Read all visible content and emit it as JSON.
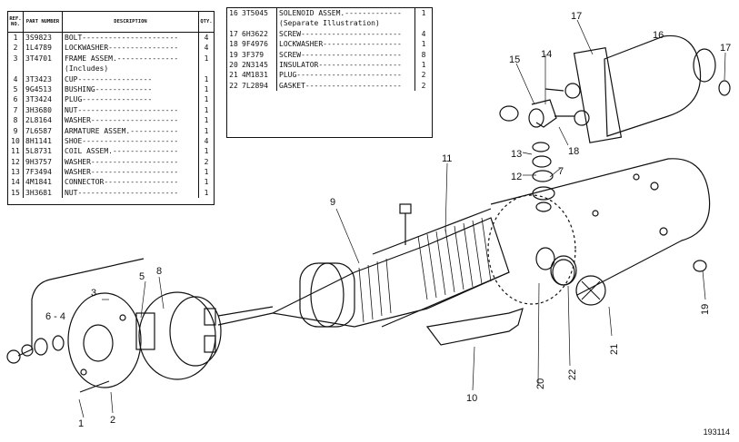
{
  "table_left": {
    "headers": {
      "ref": "REF. NO.",
      "part": "PART NUMBER",
      "desc": "DESCRIPTION",
      "qty": "QTY."
    },
    "rows": [
      {
        "ref": "1",
        "part": "3S9823",
        "desc": "BOLT----------------------",
        "qty": "4"
      },
      {
        "ref": "2",
        "part": "1L4789",
        "desc": "LOCKWASHER----------------",
        "qty": "4"
      },
      {
        "ref": "3",
        "part": "3T4701",
        "desc": "FRAME ASSEM.--------------",
        "qty": "1"
      },
      {
        "ref": "",
        "part": "",
        "desc": "(Includes)",
        "qty": ""
      },
      {
        "ref": "4",
        "part": "3T3423",
        "desc": "CUP-----------------",
        "qty": "1"
      },
      {
        "ref": "5",
        "part": "9G4513",
        "desc": "BUSHING-------------",
        "qty": "1"
      },
      {
        "ref": "6",
        "part": "3T3424",
        "desc": "PLUG----------------",
        "qty": "1"
      },
      {
        "ref": "7",
        "part": "3H3680",
        "desc": "NUT-----------------------",
        "qty": "1"
      },
      {
        "ref": "8",
        "part": "2L8164",
        "desc": "WASHER--------------------",
        "qty": "1"
      },
      {
        "ref": "9",
        "part": "7L6587",
        "desc": "ARMATURE ASSEM.-----------",
        "qty": "1"
      },
      {
        "ref": "10",
        "part": "8H1141",
        "desc": "SHOE----------------------",
        "qty": "4"
      },
      {
        "ref": "11",
        "part": "5L8731",
        "desc": "COIL ASSEM.---------------",
        "qty": "1"
      },
      {
        "ref": "12",
        "part": "9H3757",
        "desc": "WASHER--------------------",
        "qty": "2"
      },
      {
        "ref": "13",
        "part": "7F3494",
        "desc": "WASHER--------------------",
        "qty": "1"
      },
      {
        "ref": "14",
        "part": "4M1841",
        "desc": "CONNECTOR-----------------",
        "qty": "1"
      },
      {
        "ref": "15",
        "part": "3H3681",
        "desc": "NUT-----------------------",
        "qty": "1"
      }
    ]
  },
  "table_right": {
    "rows": [
      {
        "ref": "16",
        "part": "3T5045",
        "desc": "SOLENOID ASSEM.-------------",
        "qty": "1"
      },
      {
        "ref": "",
        "part": "",
        "desc": "(Separate Illustration)",
        "qty": ""
      },
      {
        "ref": "17",
        "part": "6H3622",
        "desc": "SCREW-----------------------",
        "qty": "4"
      },
      {
        "ref": "18",
        "part": "9F4976",
        "desc": "LOCKWASHER------------------",
        "qty": "1"
      },
      {
        "ref": "19",
        "part": "3F379",
        "desc": "SCREW-----------------------",
        "qty": "8"
      },
      {
        "ref": "20",
        "part": "2N3145",
        "desc": "INSULATOR-------------------",
        "qty": "1"
      },
      {
        "ref": "21",
        "part": "4M1831",
        "desc": "PLUG------------------------",
        "qty": "2"
      },
      {
        "ref": "22",
        "part": "7L2894",
        "desc": "GASKET----------------------",
        "qty": "2"
      }
    ]
  },
  "callouts": {
    "c1": "1",
    "c2": "2",
    "c3": "3",
    "c4": "6 - 4",
    "c5": "5",
    "c8": "8",
    "c9": "9",
    "c10": "10",
    "c11": "11",
    "c12": "12",
    "c13": "13",
    "c7": "7",
    "c14": "14",
    "c15": "15",
    "c16": "16",
    "c17a": "17",
    "c17b": "17",
    "c18": "18",
    "c19": "19",
    "c20": "20",
    "c21": "21",
    "c22": "22"
  },
  "figure_code": "193114"
}
